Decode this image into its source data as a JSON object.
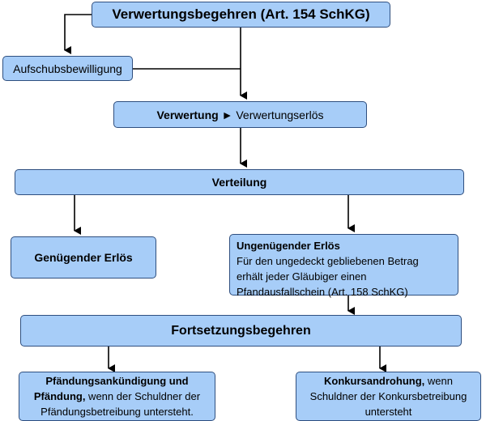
{
  "nodes": {
    "verwertungsbegehren": "Verwertungsbegehren (Art. 154 SchKG)",
    "aufschub": "Aufschubsbewilligung",
    "verwertung_bold": "Verwertung",
    "verwertung_arrow": "►",
    "verwertung_rest": "Verwertungserlös",
    "verteilung": "Verteilung",
    "genuegend": "Genügender Erlös",
    "ungenuegend_title": "Ungenügender Erlös",
    "ungenuegend_line1": "Für den ungedeckt gebliebenen Betrag",
    "ungenuegend_line2": "erhält jeder Gläubiger einen",
    "ungenuegend_line3": "Pfandausfallschein (Art. 158 SchKG)",
    "fortsetzung": "Fortsetzungsbegehren",
    "pfaendung_line1": "Pfändungsankündigung und",
    "pfaendung_bold2": "Pfändung,",
    "pfaendung_rest2": " wenn der Schuldner der",
    "pfaendung_line3": "Pfändungsbetreibung untersteht.",
    "konkurs_bold": "Konkursandrohung,",
    "konkurs_rest1": " wenn",
    "konkurs_line2": "Schuldner der Konkursbetreibung",
    "konkurs_line3": "untersteht"
  },
  "colors": {
    "box_fill": "#a7cdf8",
    "box_border": "#2f4f7f",
    "arrow": "#000000"
  }
}
